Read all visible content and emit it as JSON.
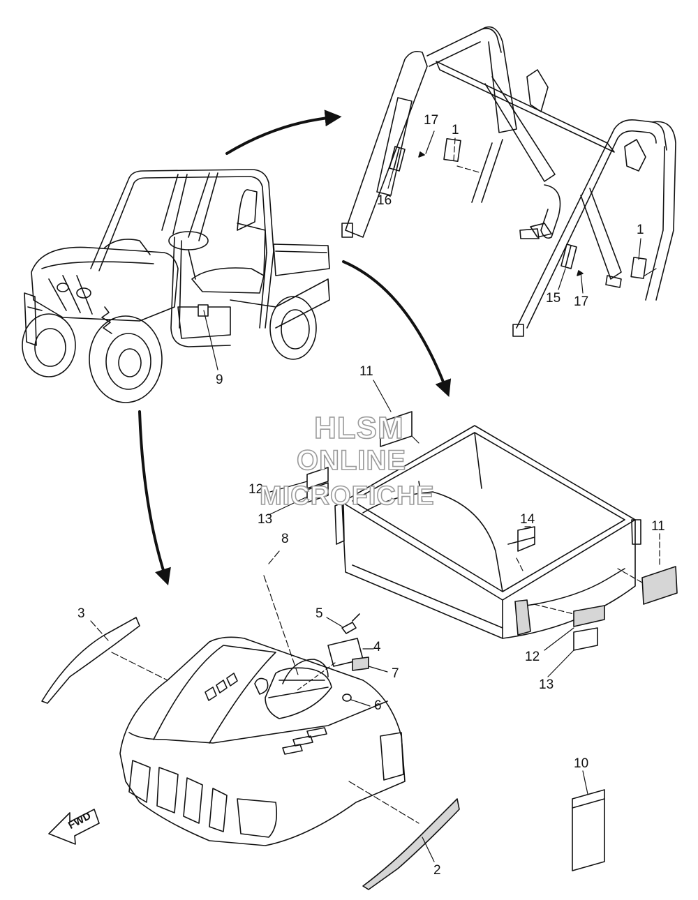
{
  "callouts": {
    "c1a": "1",
    "c1b": "1",
    "c2": "2",
    "c3": "3",
    "c4": "4",
    "c5": "5",
    "c6": "6",
    "c7": "7",
    "c8": "8",
    "c9": "9",
    "c10": "10",
    "c11a": "11",
    "c11b": "11",
    "c12a": "12",
    "c12b": "12",
    "c13a": "13",
    "c13b": "13",
    "c14": "14",
    "c15": "15",
    "c16": "16",
    "c17a": "17",
    "c17b": "17"
  },
  "watermark": {
    "line1": "HLSM",
    "line2": "ONLINE",
    "line3": "MICROFICHE"
  },
  "fwd_label": "FWD",
  "colors": {
    "line": "#111111",
    "shade": "#d6d6d6",
    "watermark": "#9a9a9a"
  }
}
